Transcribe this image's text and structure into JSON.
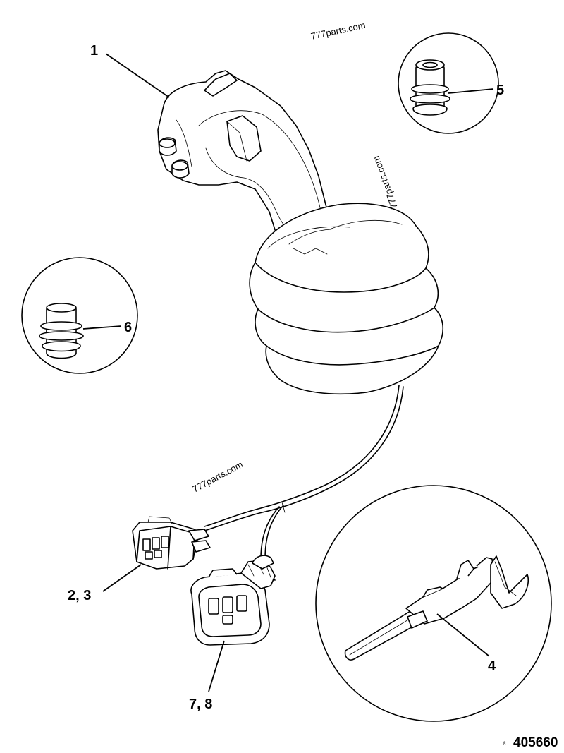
{
  "callouts": {
    "c1": "1",
    "c5": "5",
    "c6": "6",
    "c23": "2, 3",
    "c4": "4",
    "c78": "7, 8"
  },
  "watermarks": {
    "top": "777parts.com",
    "rotated": "777parts.com",
    "middle": "777parts.com"
  },
  "reference": {
    "prefix": "ꟹ",
    "number": "405660"
  }
}
